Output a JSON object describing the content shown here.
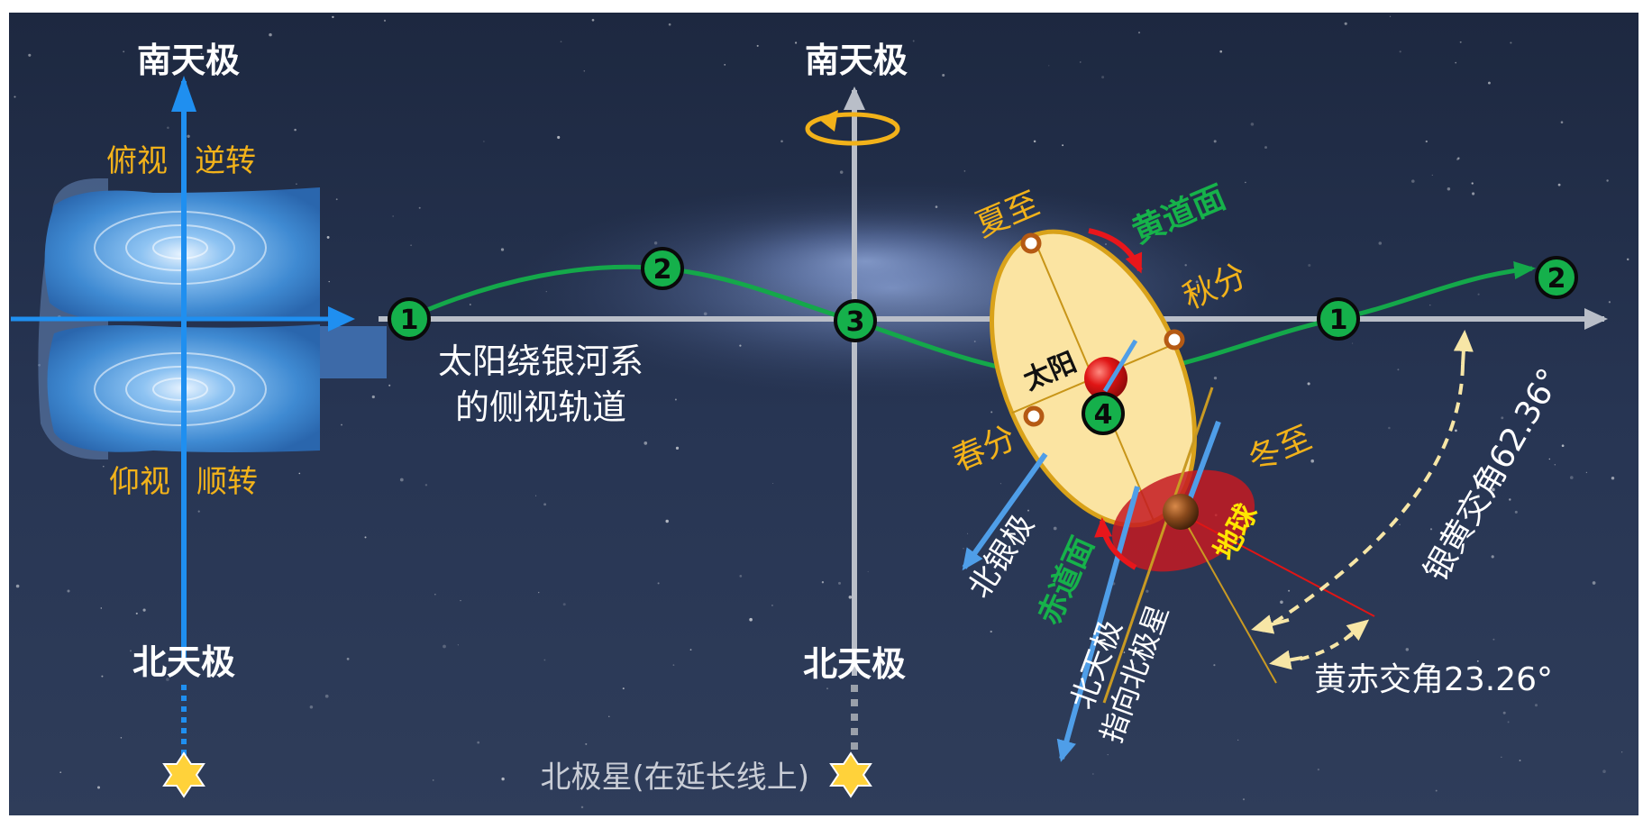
{
  "colors": {
    "background_top": "#1e2a42",
    "background_bottom": "#2c3a57",
    "milky_way": "#8aa2d8",
    "galaxy_blue": "#3b8ad6",
    "axis_blue": "#1f8ff0",
    "axis_gray": "#b9bec8",
    "orbit_green": "#14a84a",
    "marker_green": "#15b04b",
    "label_orange": "#f2b21a",
    "label_green": "#16b24a",
    "ecliptic_fill": "#fbe4a2",
    "ecliptic_rim": "#d9a21a",
    "sun_red": "#e01515",
    "earth_brown": "#8a4a1c",
    "equator_red": "#c41a22",
    "galactic_pole_blue": "#4f9ee8",
    "angle_dash": "#f7e6a6",
    "star_yellow": "#ffd23a",
    "text_white": "#ffffff",
    "text_dim": "#c9cdd6"
  },
  "left_view": {
    "south_pole_label": "南天极",
    "north_pole_label": "北天极",
    "top_view": "俯视",
    "reverse_rotation": "逆转",
    "bottom_view": "仰视",
    "forward_rotation": "顺转"
  },
  "orbit": {
    "caption_line1": "太阳绕银河系",
    "caption_line2": "的侧视轨道",
    "markers": [
      "1",
      "2",
      "3",
      "4",
      "1",
      "2"
    ]
  },
  "center_axis": {
    "south_pole_label": "南天极",
    "north_pole_label": "北天极",
    "polaris_note": "北极星(在延长线上)"
  },
  "ecliptic": {
    "plane_label": "黄道面",
    "summer_solstice": "夏至",
    "autumn_equinox": "秋分",
    "spring_equinox": "春分",
    "winter_solstice": "冬至",
    "sun_label": "太阳",
    "earth_label": "地球",
    "equator_plane_label": "赤道面",
    "north_galactic_pole": "北银极",
    "north_celestial_pole": "北天极",
    "points_to_polaris": "指向北极星",
    "galactic_ecliptic_angle": "银黄交角62.36°",
    "obliquity_angle": "黄赤交角23.26°"
  }
}
